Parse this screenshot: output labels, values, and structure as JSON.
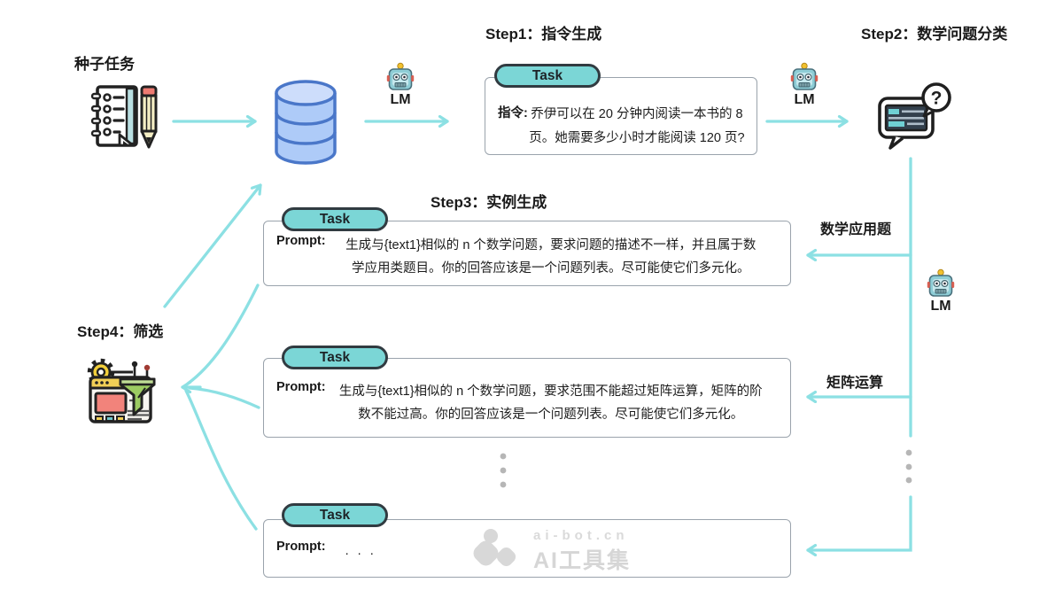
{
  "steps": {
    "step1": "Step1：指令生成",
    "step2": "Step2：数学问题分类",
    "step3": "Step3：实例生成",
    "step4": "Step4：筛选"
  },
  "labels": {
    "seed_tasks": "种子任务",
    "lm": "LM",
    "task_badge": "Task",
    "math_word_problems": "数学应用题",
    "matrix_operations": "矩阵运算"
  },
  "boxes": {
    "instruction": {
      "label": "指令:",
      "line1": "乔伊可以在 20 分钟内阅读一本书的 8",
      "line2": "页。她需要多少小时才能阅读 120 页?"
    },
    "prompt_math": {
      "label": "Prompt:",
      "line1": "生成与{text1}相似的 n 个数学问题，要求问题的描述不一样，并且属于数",
      "line2": "学应用类题目。你的回答应该是一个问题列表。尽可能使它们多元化。"
    },
    "prompt_matrix": {
      "label": "Prompt:",
      "line1": "生成与{text1}相似的 n 个数学问题，要求范围不能超过矩阵运算，矩阵的阶",
      "line2": "数不能过高。你的回答应该是一个问题列表。尽可能使它们多元化。"
    },
    "prompt_ellipsis": {
      "label": "Prompt:",
      "line1": ". . ."
    }
  },
  "watermark": {
    "line1": "ai-bot.cn",
    "line2": "AI工具集"
  },
  "colors": {
    "arrow": "#8ce0e3",
    "task_fill": "#7bd6d6",
    "task_border": "#313b41",
    "box_border": "#9aa3ac",
    "database_fill": "#aecbf8",
    "database_stroke": "#4a77c9",
    "dots_gray": "#b6b6b6",
    "watermark_gray": "#d8d8d8"
  }
}
